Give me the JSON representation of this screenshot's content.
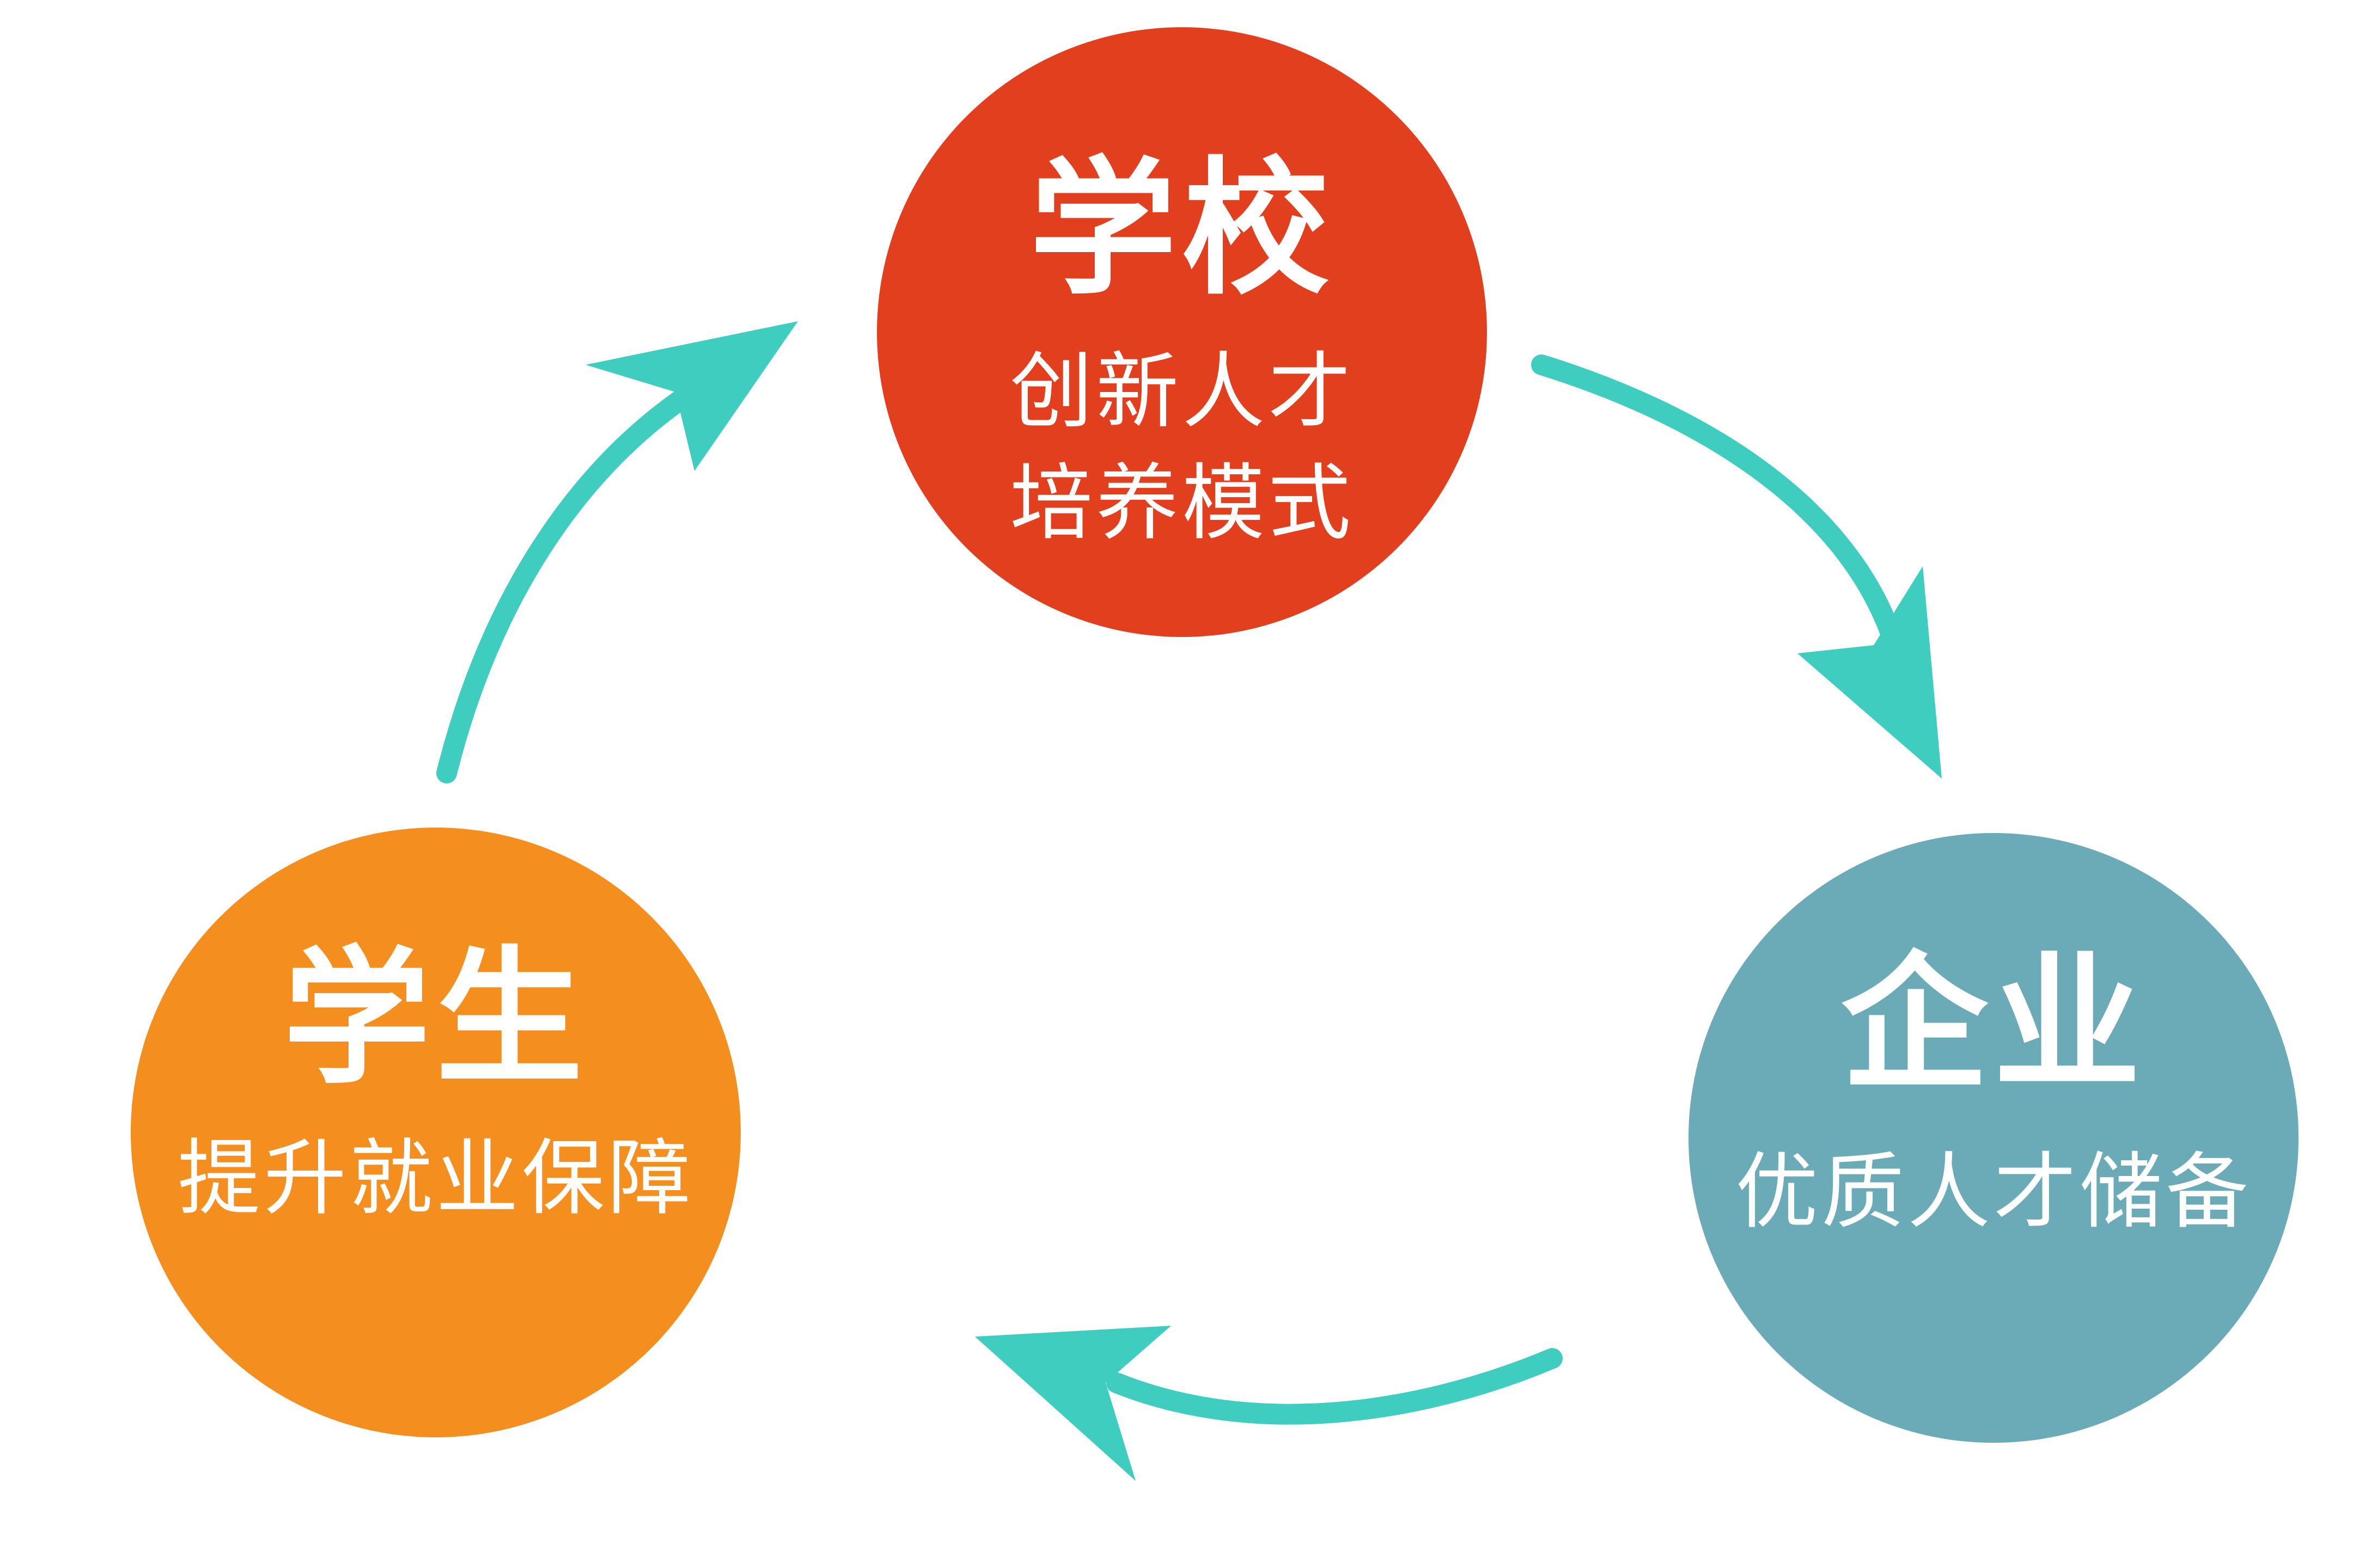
{
  "colors": {
    "school": "#E23F1F",
    "student": "#F48E1E",
    "enterprise": "#6AABB7",
    "arrow": "#3FCDBF",
    "text": "#FFFFFF"
  },
  "nodes": {
    "school": {
      "title": "学校",
      "subtitle_line1": "创新人才",
      "subtitle_line2": "培养模式"
    },
    "enterprise": {
      "title": "企业",
      "subtitle_line1": "优质人才储备"
    },
    "student": {
      "title": "学生",
      "subtitle_line1": "提升就业保障"
    }
  },
  "arrows": [
    {
      "from": "school",
      "to": "enterprise"
    },
    {
      "from": "enterprise",
      "to": "student"
    },
    {
      "from": "student",
      "to": "school"
    }
  ]
}
